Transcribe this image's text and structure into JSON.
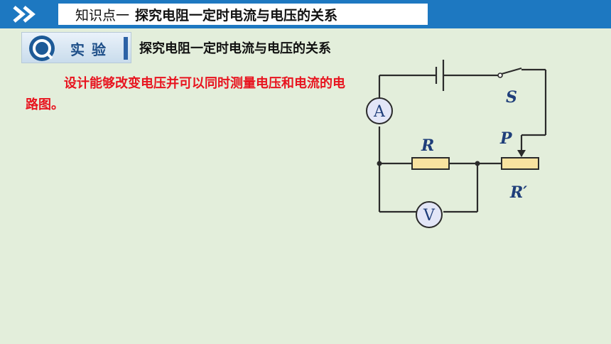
{
  "header": {
    "section": "知识点一",
    "topic": "探究电阻一定时电流与电压的关系",
    "icon": "double-chevron-right-icon"
  },
  "experiment": {
    "badge_label": "实验",
    "title": "探究电阻一定时电流与电压的关系",
    "icon": "magnifier-icon"
  },
  "task": "设计能够改变电压并可以同时测量电压和电流的电路图。",
  "circuit": {
    "ammeter": "A",
    "voltmeter": "V",
    "resistor": "R",
    "rheostat": "R′",
    "slider": "P",
    "switch": "S"
  },
  "colors": {
    "background": "#e3eedb",
    "header_bar": "#1d78c1",
    "task_text": "#e8141f",
    "component_fill": "#f8e2a0",
    "meter_fill": "#e3e6f7"
  }
}
